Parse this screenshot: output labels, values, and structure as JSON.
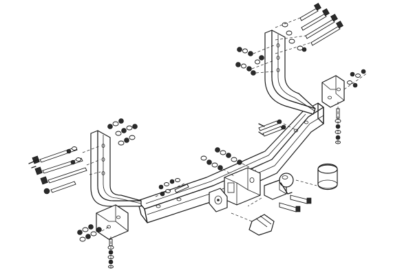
{
  "diagram": {
    "type": "exploded-assembly",
    "subject": "tow-hitch",
    "parts": [
      "main-cross-beam",
      "left-side-bracket",
      "right-side-bracket",
      "receiver-socket",
      "tow-ball",
      "tow-ball-cover",
      "electrical-socket-plate",
      "fastener-sets"
    ]
  }
}
